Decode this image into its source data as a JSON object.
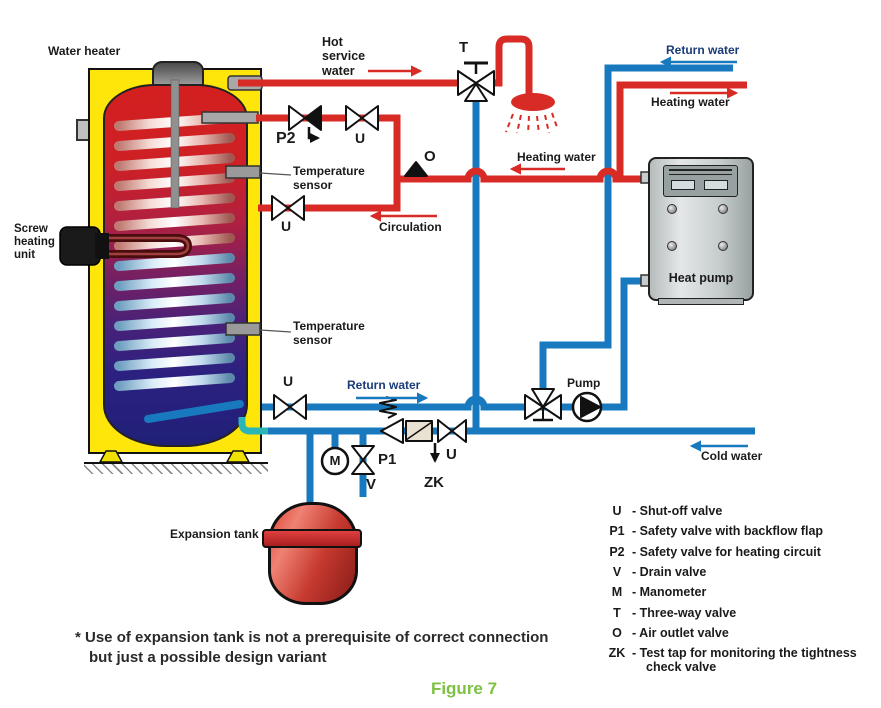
{
  "diagram": {
    "title_labels": {
      "water_heater": "Water heater",
      "screw_heating_unit": "Screw heating unit",
      "hot_service_water": "Hot service water",
      "temperature_sensor_1": "Temperature sensor",
      "temperature_sensor_2": "Temperature sensor",
      "circulation": "Circulation",
      "heating_water_mid": "Heating water",
      "return_water_top": "Return water",
      "heating_water_top": "Heating water",
      "return_water_bottom": "Return water",
      "cold_water": "Cold water",
      "heat_pump": "Heat pump",
      "pump": "Pump",
      "expansion_tank": "Expansion tank"
    },
    "valve_tags": {
      "t": "T",
      "o": "O",
      "p2": "P2",
      "u_heating": "U",
      "u_circulation": "U",
      "u_return": "U",
      "u_cold": "U",
      "m": "M",
      "v": "V",
      "p1": "P1",
      "zk": "ZK"
    },
    "legend": [
      {
        "key": "U",
        "desc": "- Shut-off valve"
      },
      {
        "key": "P1",
        "desc": "- Safety valve with backflow flap"
      },
      {
        "key": "P2",
        "desc": "- Safety valve for heating circuit"
      },
      {
        "key": "V",
        "desc": "- Drain valve"
      },
      {
        "key": "M",
        "desc": "- Manometer"
      },
      {
        "key": "T",
        "desc": "- Three-way valve"
      },
      {
        "key": "O",
        "desc": "- Air outlet valve"
      },
      {
        "key": "ZK",
        "desc": "- Test tap for monitoring the tightness check valve"
      }
    ],
    "note": {
      "line1": "* Use of expansion tank is not a prerequisite of correct connection",
      "line2": "but just a possible design variant"
    },
    "figure_caption": "Figure 7",
    "colors": {
      "hot_pipe": "#d92b25",
      "cold_pipe": "#1879be",
      "casing_yellow": "#ffe60a",
      "figure_green": "#7cc142",
      "label_navy": "#1b3c78",
      "tank_port_teal": "#2ab6b6"
    }
  }
}
